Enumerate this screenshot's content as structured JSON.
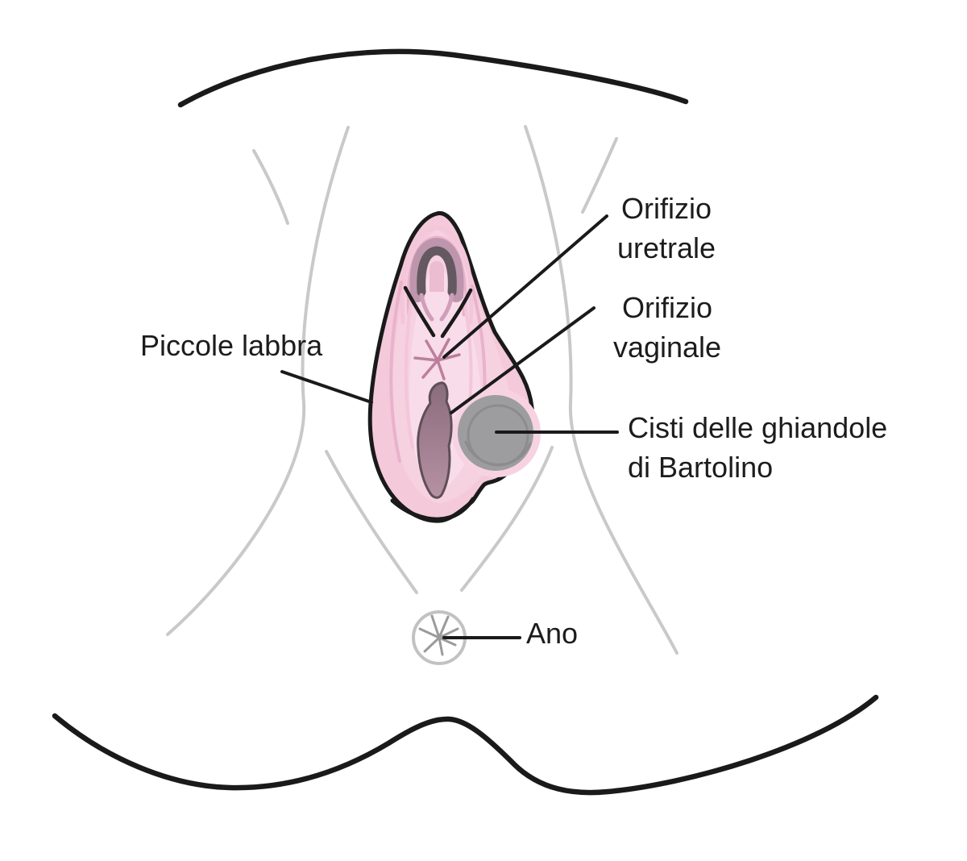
{
  "labels": {
    "urethral_orifice": {
      "line1": "Orifizio",
      "line2": "uretrale"
    },
    "vaginal_orifice": {
      "line1": "Orifizio",
      "line2": "vaginale"
    },
    "labia_minora": {
      "text": "Piccole labbra"
    },
    "bartholin_cyst": {
      "line1": "Cisti delle ghiandole",
      "line2": "di Bartolino"
    },
    "anus": {
      "text": "Ano"
    }
  },
  "colors": {
    "outline_black": "#1a1a1a",
    "body_line_gray": "#c9c9c9",
    "labia_pink": "#f4c9da",
    "labia_pink_mid": "#f6d1e0",
    "labia_pink_light": "#f9dce9",
    "fold_pink_dark": "#e9b2cb",
    "fold_pink_faint": "#f3c6da",
    "hood_dark": "#645861",
    "hood_band_mauve": "#bd96ad",
    "hood_slot_pink": "#ecbcd1",
    "hood_shadow_mauve": "#cf9fba",
    "vaginal_opening_top": "#8a6c7d",
    "vaginal_opening_bottom": "#b691a4",
    "vaginal_opening_outline": "#5e4f58",
    "cyst_halo_pink": "#f7d3e2",
    "cyst_gray": "#9d9da0",
    "cyst_ring_gray": "#8c8c8f",
    "urethra_star_pink": "#bb7f9c",
    "anus_circle_gray": "#c2c2c2",
    "anus_star_gray": "#9b9b9b",
    "label_text": "#1c1c1c"
  }
}
